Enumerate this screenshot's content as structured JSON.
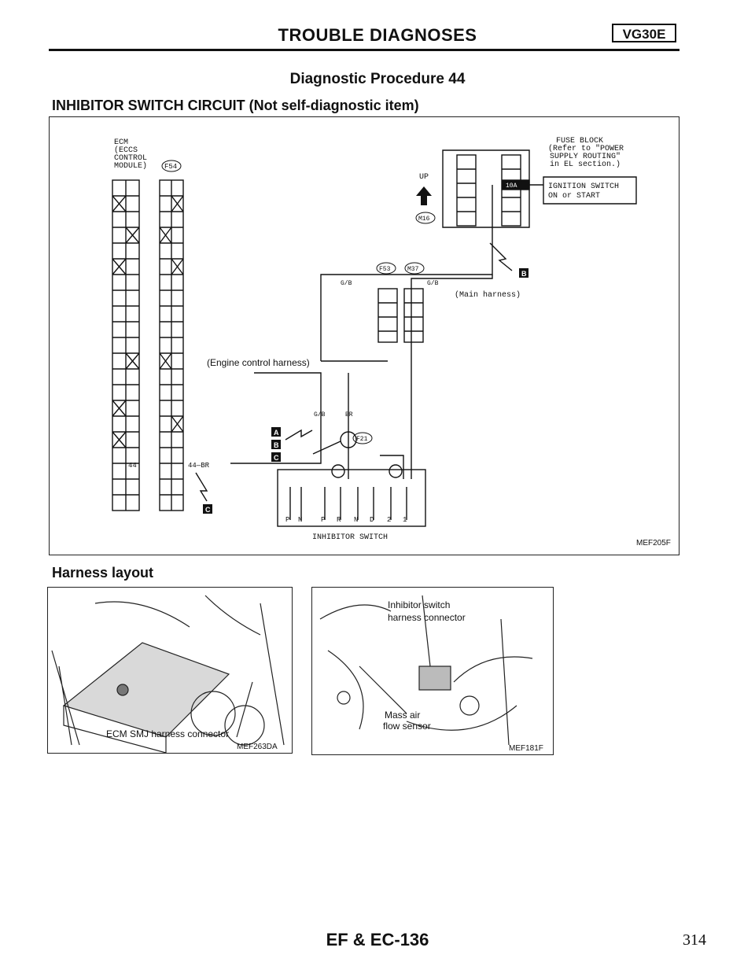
{
  "header": {
    "title": "TROUBLE DIAGNOSES",
    "engine_badge": "VG30E"
  },
  "procedure": {
    "title": "Diagnostic Procedure 44",
    "circuit_title": "INHIBITOR SWITCH CIRCUIT (Not self-diagnostic item)"
  },
  "wiring_diagram": {
    "ecm_label": [
      "ECM",
      "(ECCS",
      "CONTROL",
      "MODULE)"
    ],
    "ecm_connector": "F54",
    "ecm_terminal": "44",
    "fuse_block_label": [
      "FUSE BLOCK",
      "(Refer to \"POWER",
      "SUPPLY ROUTING\"",
      "in EL section.)"
    ],
    "fuse_rating": "10A",
    "ignition_label": [
      "IGNITION SWITCH",
      "ON or START"
    ],
    "up_label": "UP",
    "connector_m16": "M16",
    "connector_f53": "F53",
    "connector_m37": "M37",
    "connector_f21": "F21",
    "main_harness": "(Main harness)",
    "engine_harness": "(Engine control harness)",
    "wire_gb": "G/B",
    "wire_br": "BR",
    "wire_44_br": "44—BR",
    "inhibitor_label": "INHIBITOR SWITCH",
    "inhibitor_positions": [
      "P",
      "N",
      "P",
      "R",
      "N",
      "D",
      "2",
      "1"
    ],
    "markers": [
      "A",
      "B",
      "C"
    ],
    "figure_code": "MEF205F"
  },
  "harness_layout": {
    "heading": "Harness layout",
    "photo1": {
      "caption": "ECM SMJ harness connector",
      "code": "MEF263DA"
    },
    "photo2": {
      "caption_top": [
        "Inhibitor switch",
        "harness connector"
      ],
      "caption_bottom": [
        "Mass air",
        "flow sensor"
      ],
      "code": "MEF181F"
    }
  },
  "footer": {
    "page_label": "EF & EC-136",
    "page_number": "314"
  }
}
